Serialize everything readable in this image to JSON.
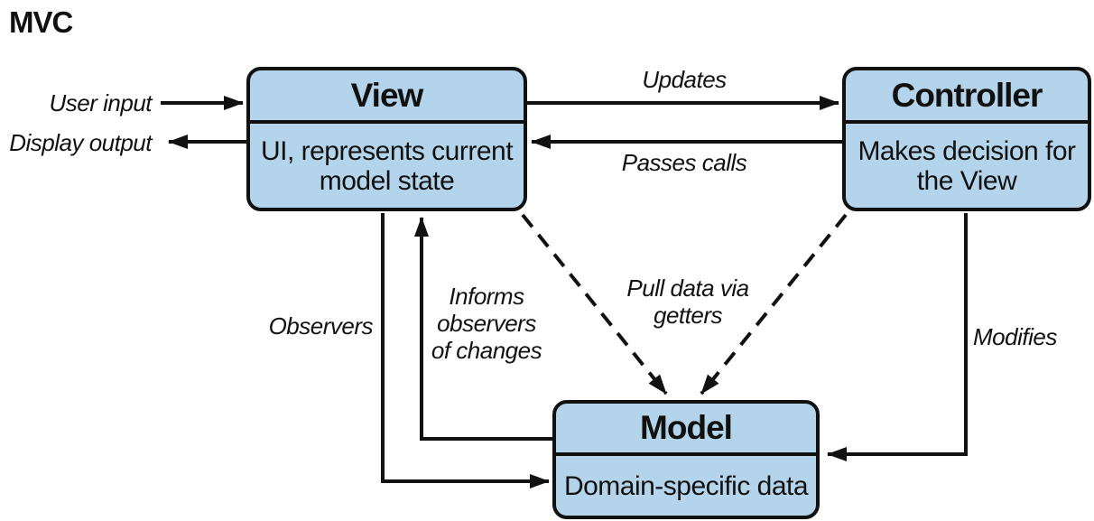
{
  "title": "MVC",
  "colors": {
    "box_fill": "#b3d4ea",
    "ink": "#111111",
    "background": "#ffffff"
  },
  "nodes": {
    "view": {
      "title": "View",
      "description": "UI, represents current\nmodel state"
    },
    "controller": {
      "title": "Controller",
      "description": "Makes decision for\nthe View"
    },
    "model": {
      "title": "Model",
      "description": "Domain-specific data"
    }
  },
  "edges": {
    "user_input": {
      "label": "User input",
      "style": "solid",
      "from": "external",
      "to": "view"
    },
    "display_output": {
      "label": "Display output",
      "style": "solid",
      "from": "view",
      "to": "external"
    },
    "updates": {
      "label": "Updates",
      "style": "solid",
      "from": "view",
      "to": "controller"
    },
    "passes_calls": {
      "label": "Passes calls",
      "style": "solid",
      "from": "controller",
      "to": "view"
    },
    "observers": {
      "label": "Observers",
      "style": "solid",
      "from": "view",
      "to": "model"
    },
    "informs": {
      "label": "Informs\nobservers\nof changes",
      "style": "solid",
      "from": "model",
      "to": "view"
    },
    "pull_data": {
      "label": "Pull data via\ngetters",
      "style": "dashed",
      "from": "view-and-controller",
      "to": "model"
    },
    "modifies": {
      "label": "Modifies",
      "style": "solid",
      "from": "controller",
      "to": "model"
    }
  }
}
